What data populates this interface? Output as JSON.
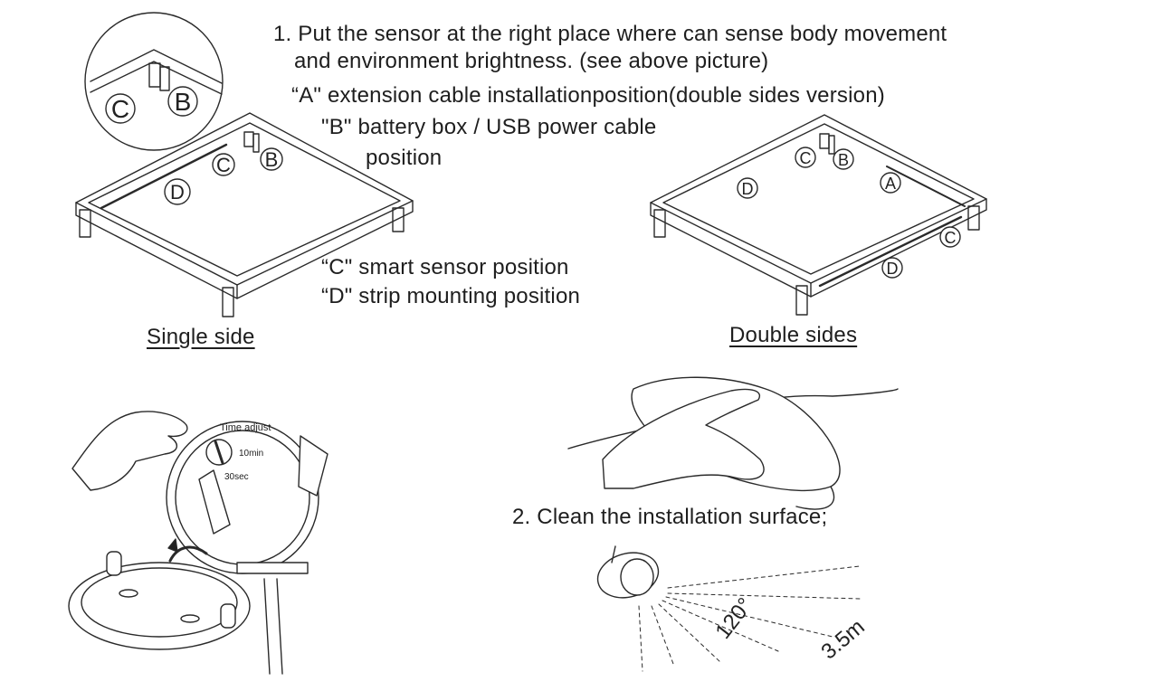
{
  "instructions": {
    "step1_line1": "1. Put the sensor at the right place where can sense body movement",
    "step1_line2": "and environment brightness. (see above picture)",
    "label_a": "“A\" extension cable installationposition(double sides version)",
    "label_b_line1": "\"B\" battery box / USB power cable",
    "label_b_line2": "position",
    "label_c": "“C\" smart sensor position",
    "label_d": "“D\" strip mounting position",
    "step2": "2. Clean the installation surface;"
  },
  "captions": {
    "single": "Single side",
    "double": "Double sides"
  },
  "callouts": {
    "a": "A",
    "b": "B",
    "c": "C",
    "d": "D"
  },
  "sensor_dial": {
    "title": "Time adjust",
    "max": "10min",
    "min": "30sec"
  },
  "detection": {
    "angle": "120°",
    "range": "3.5m"
  }
}
